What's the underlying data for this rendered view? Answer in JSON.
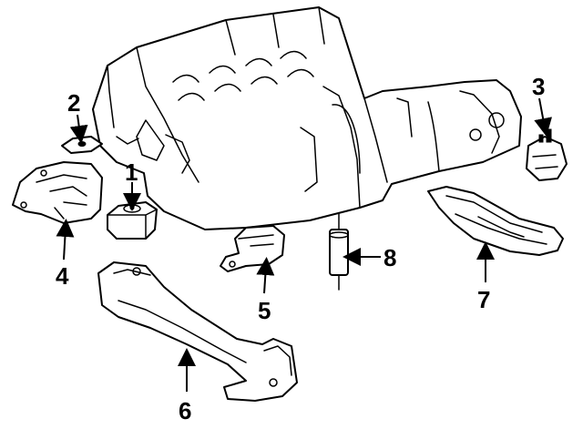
{
  "callouts": [
    {
      "id": "1",
      "label": "1"
    },
    {
      "id": "2",
      "label": "2"
    },
    {
      "id": "3",
      "label": "3"
    },
    {
      "id": "4",
      "label": "4"
    },
    {
      "id": "5",
      "label": "5"
    },
    {
      "id": "6",
      "label": "6"
    },
    {
      "id": "7",
      "label": "7"
    },
    {
      "id": "8",
      "label": "8"
    }
  ],
  "colors": {
    "background": "#ffffff",
    "line": "#000000"
  }
}
